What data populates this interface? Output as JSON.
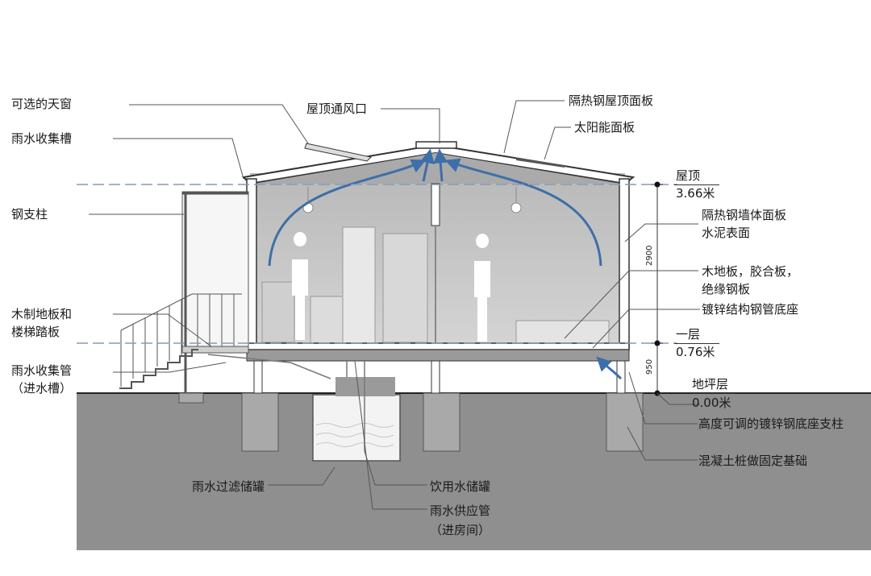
{
  "labels": {
    "skylight": "可选的天窗",
    "gutter": "雨水收集槽",
    "steel_column": "钢支柱",
    "wood_floor_1": "木制地板和",
    "wood_floor_2": "楼梯踏板",
    "rain_pipe_1": "雨水收集管",
    "rain_pipe_2": "（进水槽）",
    "roof_vent": "屋顶通风口",
    "roof_panel": "隔热钢屋顶面板",
    "solar_panel": "太阳能面板",
    "wall_panel_1": "隔热钢墙体面板",
    "wall_panel_2": "水泥表面",
    "floor_layers_1": "木地板，胶合板，",
    "floor_layers_2": "绝缘钢板",
    "galv_base": "镀锌结构钢管底座",
    "adjust_post": "高度可调的镀锌钢底座支柱",
    "concrete_pile": "混凝土桩做固定基础",
    "filter_tank": "雨水过滤储罐",
    "drinking_tank": "饮用水储罐",
    "supply_pipe_1": "雨水供应管",
    "supply_pipe_2": "（进房间）"
  },
  "levels": {
    "roof_name": "屋顶",
    "roof_value": "3.66米",
    "floor_name": "一层",
    "floor_value": "0.76米",
    "ground_name": "地坪层",
    "ground_value": "0.00米"
  },
  "dimensions": {
    "upper": "2900",
    "lower": "950"
  },
  "colors": {
    "wall_gray": "#c9c9c9",
    "ground_gray": "#8f8f8f",
    "airflow_blue": "#3d6fa8",
    "line": "#333333"
  }
}
